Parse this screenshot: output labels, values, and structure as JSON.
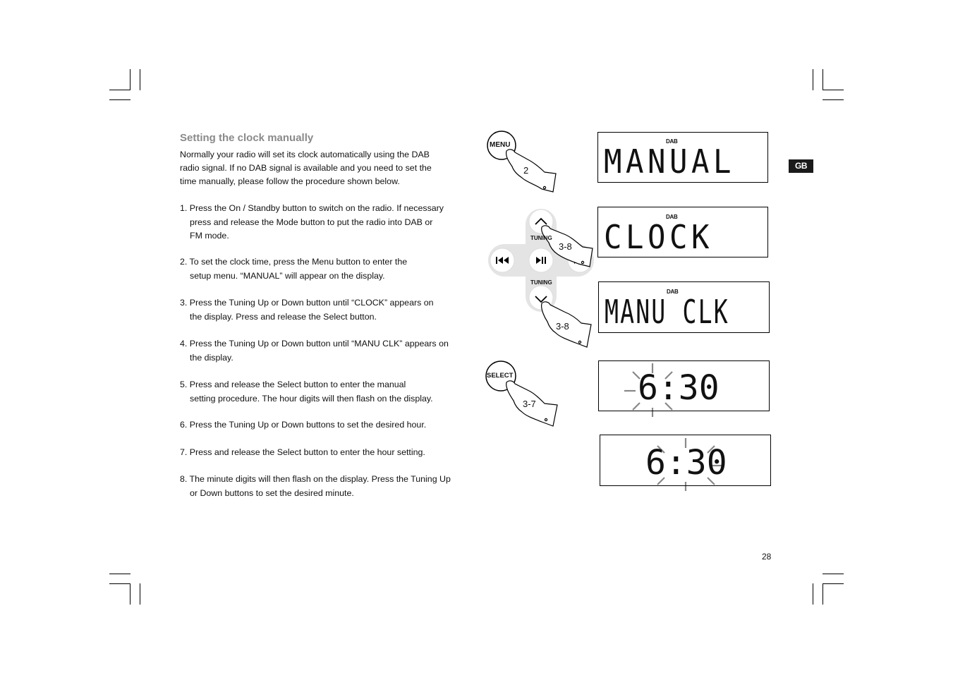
{
  "section": {
    "heading": "Setting the clock manually",
    "intro": [
      "Normally your radio will set its clock automatically using the DAB",
      "radio signal. If no DAB signal is available and you need to set the",
      "time manually, please follow the procedure shown below."
    ]
  },
  "steps": [
    {
      "line1": "1. Press the On / Standby button to switch on the radio. If necessary",
      "line2": "press and release the Mode button to put the radio into DAB or",
      "line3": "FM mode."
    },
    {
      "line1": "2. To set the clock time, press the Menu button to enter the",
      "line2": "setup menu. “MANUAL” will appear on the display."
    },
    {
      "line1": "3. Press the Tuning Up or Down button until “CLOCK” appears on",
      "line2": "the display. Press and release the Select button."
    },
    {
      "line1": "4. Press the Tuning Up or Down button until “MANU CLK” appears on",
      "line2": "the display."
    },
    {
      "line1": "5. Press and release the Select button to enter the manual",
      "line2": "setting procedure. The hour digits will then flash on the display."
    },
    {
      "line1": "6. Press the Tuning Up or Down buttons to set the desired hour."
    },
    {
      "line1": "7. Press and release the Select button to enter the hour setting."
    },
    {
      "line1": "8. The minute digits will then flash on the display. Press the Tuning Up",
      "line2": "or Down buttons to set the desired minute."
    }
  ],
  "language_tab": "GB",
  "page_number": "28",
  "buttons": {
    "menu": "MENU",
    "select": "SELECT",
    "tuning_up": "TUNING",
    "tuning_down": "TUNING"
  },
  "step_refs": {
    "menu": "2",
    "tuning_up": "3-8",
    "tuning_down": "3-8",
    "select": "3-7"
  },
  "displays": [
    {
      "indicator": "DAB",
      "text": "MANUAL"
    },
    {
      "indicator": "DAB",
      "text": "CLOCK"
    },
    {
      "indicator": "DAB",
      "text": "MANU CLK"
    },
    {
      "indicator": "",
      "text": "6:30"
    },
    {
      "indicator": "",
      "text": "6:30"
    }
  ],
  "icons": [
    "finger-pointer-icon",
    "chevron-up-icon",
    "chevron-down-icon",
    "skip-back-icon",
    "play-pause-icon",
    "skip-forward-icon",
    "flash-rays-icon"
  ]
}
